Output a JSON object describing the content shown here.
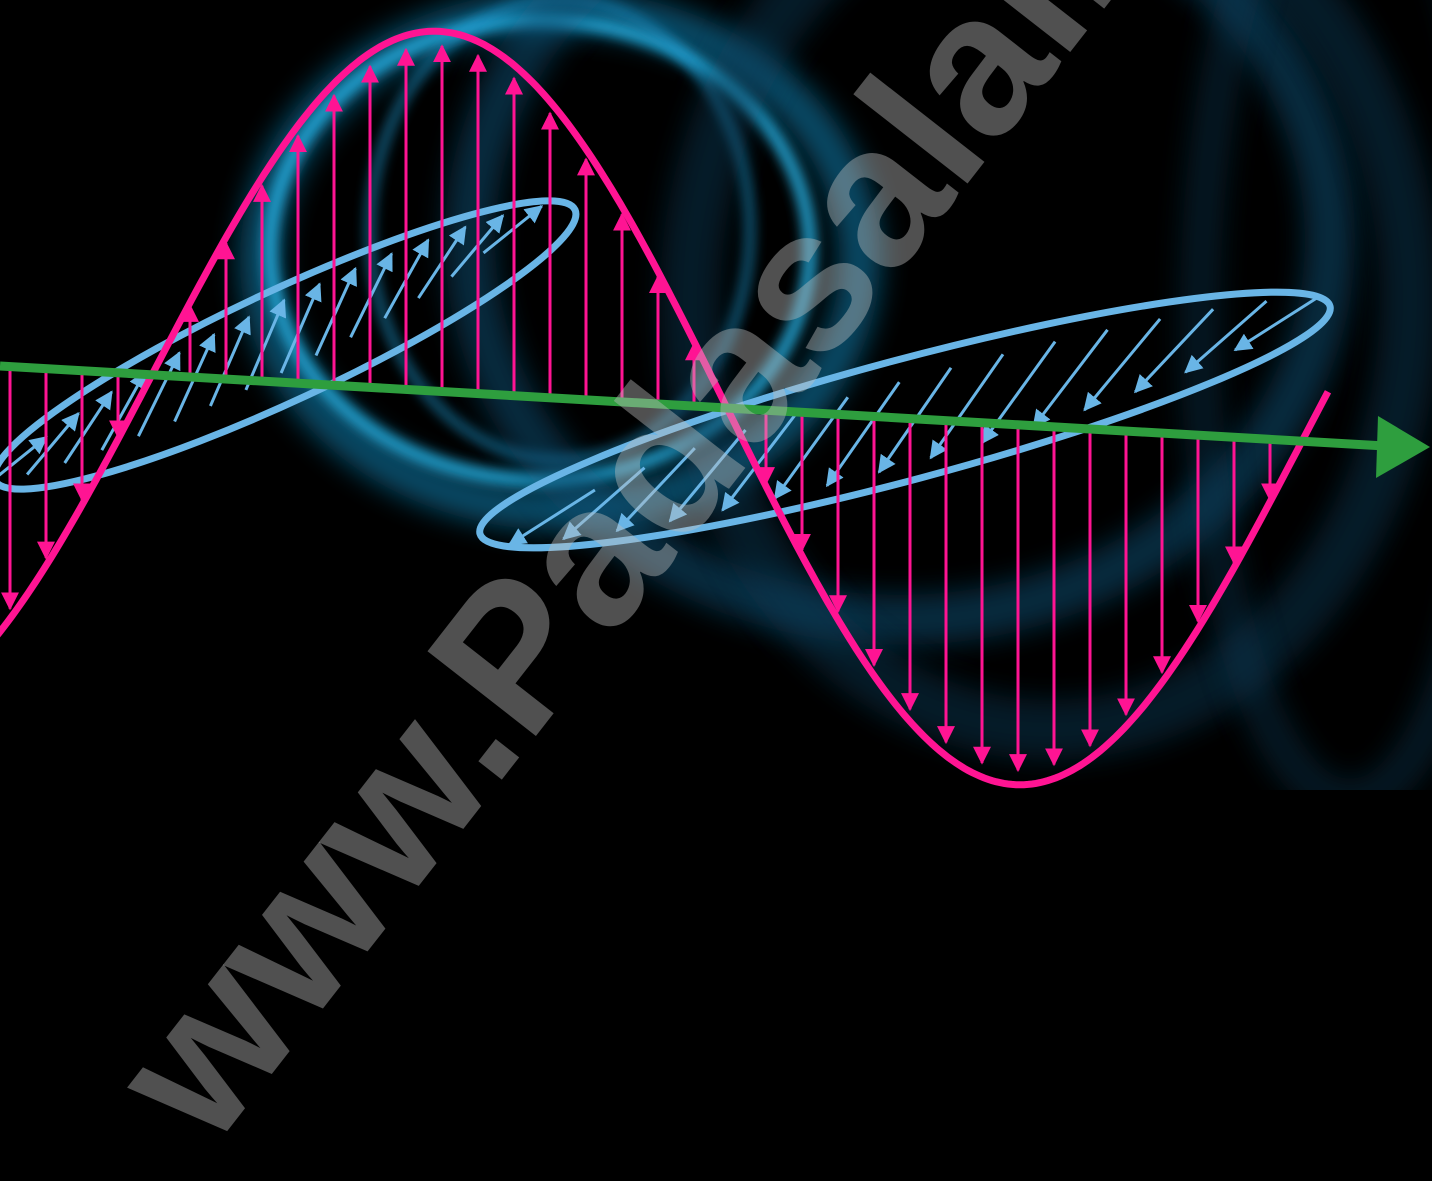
{
  "watermark": {
    "text": "www.Padasalai.Net"
  },
  "colors": {
    "background": "#000000",
    "electric_field": "#ff1493",
    "magnetic_field": "#69b5e6",
    "propagation_axis": "#2e9e3e",
    "background_rings": "#1aa3d9"
  },
  "icons": {
    "propagation_arrowhead": "arrow-right",
    "field_vector_arrowhead": "arrow"
  }
}
